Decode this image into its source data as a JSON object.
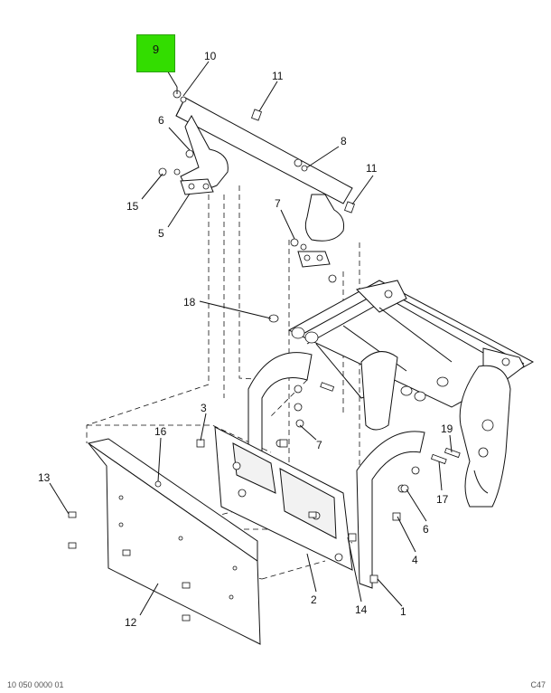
{
  "highlighted_callout": "9",
  "callouts": [
    {
      "id": "c9",
      "label": "9"
    },
    {
      "id": "c10",
      "label": "10"
    },
    {
      "id": "c11a",
      "label": "11"
    },
    {
      "id": "c6a",
      "label": "6"
    },
    {
      "id": "c8",
      "label": "8"
    },
    {
      "id": "c11b",
      "label": "11"
    },
    {
      "id": "c15",
      "label": "15"
    },
    {
      "id": "c5",
      "label": "5"
    },
    {
      "id": "c7a",
      "label": "7"
    },
    {
      "id": "c18",
      "label": "18"
    },
    {
      "id": "c3",
      "label": "3"
    },
    {
      "id": "c7b",
      "label": "7"
    },
    {
      "id": "c16",
      "label": "16"
    },
    {
      "id": "c19",
      "label": "19"
    },
    {
      "id": "c13",
      "label": "13"
    },
    {
      "id": "c17",
      "label": "17"
    },
    {
      "id": "c6b",
      "label": "6"
    },
    {
      "id": "c4",
      "label": "4"
    },
    {
      "id": "c2",
      "label": "2"
    },
    {
      "id": "c14",
      "label": "14"
    },
    {
      "id": "c1",
      "label": "1"
    },
    {
      "id": "c12",
      "label": "12"
    }
  ],
  "footer": {
    "left_code": "10 050 0000 01",
    "right_code": "C47"
  },
  "colors": {
    "highlight": "#33dd00",
    "line": "#111111"
  }
}
